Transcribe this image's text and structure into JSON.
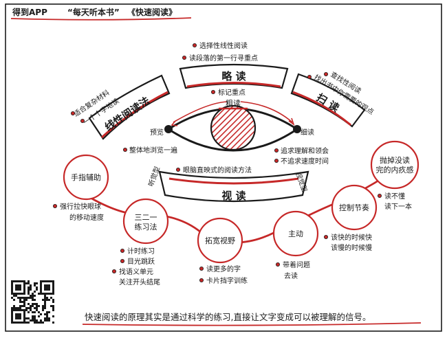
{
  "header": {
    "source": "得到APP",
    "column": "“每天听本书”",
    "book": "《快速阅读》"
  },
  "arcs": {
    "linear": {
      "label": "线性阅读法",
      "notes": [
        "适合复杂材料",
        "一个个字地读"
      ]
    },
    "skim": {
      "label": "略 读",
      "notes": [
        "选择性线性阅读",
        "读段落的第一行寻重点"
      ],
      "tag": "标记重点"
    },
    "scan": {
      "label": "扫 读",
      "notes": [
        "查找性阅读",
        "找出书中你需要的观点"
      ]
    },
    "visual": {
      "label": "视 读",
      "tag": "眼脑直映式的阅读方法",
      "left_tag": "听觉型",
      "right_tag": "视觉型"
    }
  },
  "eye": {
    "top": "粗读",
    "left": "预览",
    "right": "细读",
    "below_left": "整体地浏览一遍",
    "below_right": [
      "追求理解和领会",
      "不追求速度时间"
    ]
  },
  "nodes": {
    "finger": {
      "label": "手指辅助",
      "notes": [
        "强行拉快眼球",
        "的移动速度"
      ]
    },
    "method": {
      "label": [
        "三二一",
        "练习法"
      ],
      "notes": [
        "计时练习",
        "目光跳跃",
        "找语义单元",
        "关注开头结尾"
      ]
    },
    "expand": {
      "label": "拓宽视野",
      "notes": [
        "读更多的字",
        "卡片挡字训练"
      ]
    },
    "active": {
      "label": "主动",
      "notes": [
        "带着问题",
        "去读"
      ]
    },
    "rhythm": {
      "label": "控制节奏",
      "notes": [
        "该快的时候快",
        "该慢的时候慢"
      ]
    },
    "drop": {
      "label": [
        "抛掉没读",
        "完的内疚感"
      ],
      "notes": [
        "读不懂",
        "读下一本"
      ]
    }
  },
  "footer": "快速阅读的原理其实是通过科学的练习,直接让文字变成可以被理解的信号。",
  "colors": {
    "accent": "#c62828",
    "ink": "#1a1a1a"
  }
}
